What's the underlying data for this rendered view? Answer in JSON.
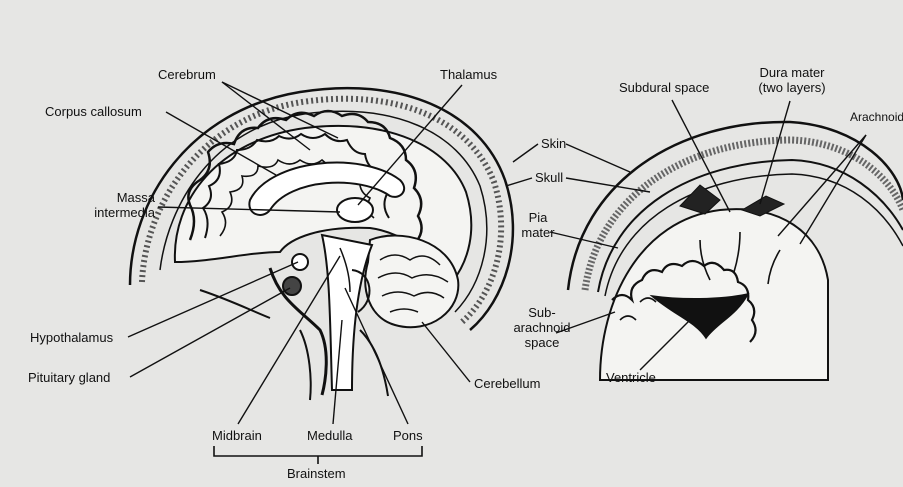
{
  "labels": {
    "cerebrum": "Cerebrum",
    "corpus_callosum": "Corpus callosum",
    "massa_line1": "Massa",
    "massa_line2": "intermedia",
    "thalamus": "Thalamus",
    "hypothalamus": "Hypothalamus",
    "pituitary_gland": "Pituitary gland",
    "midbrain": "Midbrain",
    "medulla": "Medulla",
    "pons": "Pons",
    "brainstem": "Brainstem",
    "cerebellum": "Cerebellum",
    "skin": "Skin",
    "skull": "Skull",
    "pia_line1": "Pia",
    "pia_line2": "mater",
    "subdural_space": "Subdural space",
    "dura_line1": "Dura mater",
    "dura_line2": "(two layers)",
    "arachnoid": "Arachnoid",
    "subarachnoid_line1": "Sub-",
    "subarachnoid_line2": "arachnoid",
    "subarachnoid_line3": "space",
    "ventricle": "Ventricle"
  },
  "colors": {
    "background": "#e6e6e4",
    "ink": "#111111",
    "tissue": "#f4f4f2"
  }
}
